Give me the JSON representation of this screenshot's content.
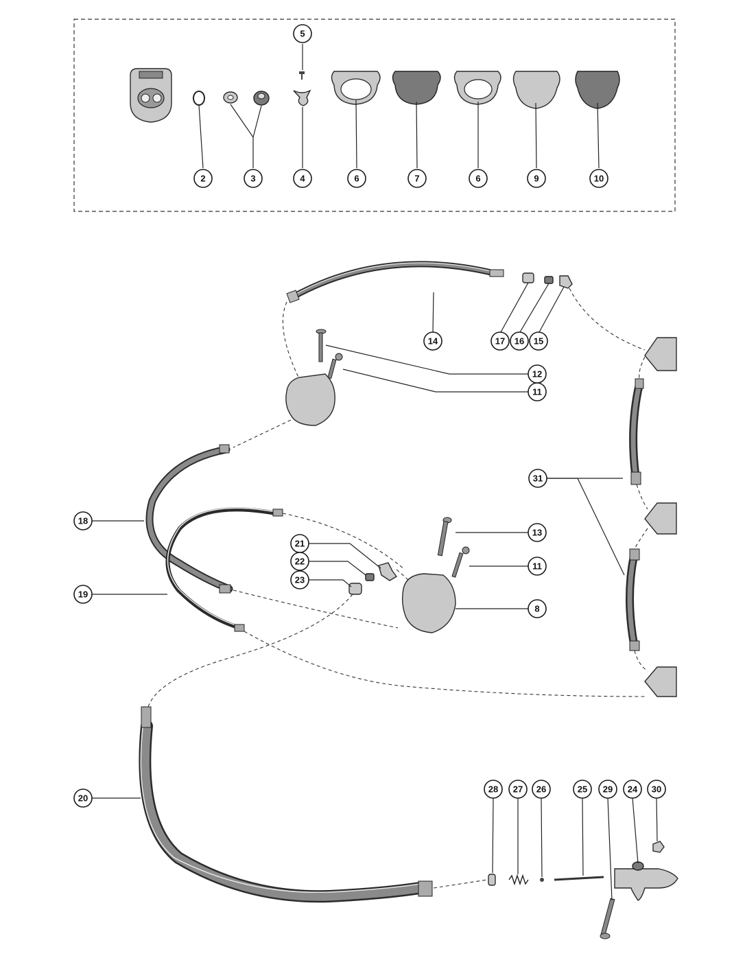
{
  "callouts": {
    "c2": "2",
    "c3": "3",
    "c4": "4",
    "c5": "5",
    "c6a": "6",
    "c7": "7",
    "c6b": "6",
    "c9": "9",
    "c10": "10",
    "c14": "14",
    "c17": "17",
    "c16": "16",
    "c15": "15",
    "c12": "12",
    "c11a": "11",
    "c31": "31",
    "c18": "18",
    "c13": "13",
    "c21": "21",
    "c22": "22",
    "c23": "23",
    "c11b": "11",
    "c19": "19",
    "c8": "8",
    "c20": "20",
    "c28": "28",
    "c27": "27",
    "c26": "26",
    "c25": "25",
    "c29": "29",
    "c24": "24",
    "c30": "30"
  },
  "colors": {
    "line": "#222222",
    "part_fill": "#c9c9c9",
    "part_dark": "#7a7a7a",
    "background": "#ffffff"
  }
}
